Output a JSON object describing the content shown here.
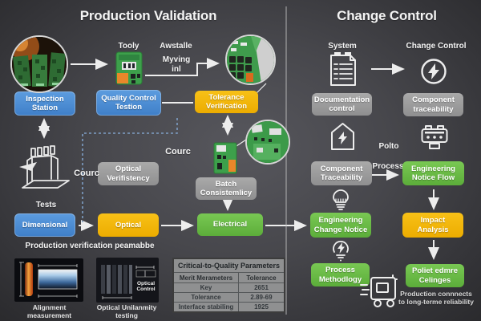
{
  "colors": {
    "box_blue": "#4a8ed6",
    "box_yellow": "#f2b705",
    "box_green": "#68bd45",
    "box_gray": "#9c9c9c",
    "background": "#47474c",
    "arrow": "#ededed",
    "dashed_line": "#7e9ec4"
  },
  "icons": {
    "document_icon": "document-checklist",
    "bolt_circle_icon": "lightning-bolt-circle",
    "house_bolt_icon": "house-with-bolt",
    "printer_icon": "printer-device",
    "bulb_icon": "lightbulb",
    "bulb_bolt_icon": "lightbulb-bolt",
    "truck_icon": "delivery-truck",
    "machine_icon": "inspection-machine"
  },
  "left": {
    "title": "Production Validation",
    "nodes": {
      "inspection": "Inspection\nStation",
      "quality_control": "Quality Control\nTestion",
      "tolerance": "Tolerance\nVerification",
      "optical_verif": "Optical\nVerifistency",
      "batch": "Batch\nConsistemlicy",
      "dimensional": "Dimensional",
      "optical": "Optical",
      "electrical": "Electrical"
    },
    "labels": {
      "tooly": "Tooly",
      "awstalle": "Awstalle",
      "myving": "Myving\ninl",
      "tests": "Tests",
      "courc_right": "Courc",
      "courc_left": "Courc"
    },
    "bottom": {
      "heading": "Production verification peamabbe",
      "caption_alignment": "Alignment measurement",
      "caption_optical": "Optical Unilanmity testing",
      "optical_control": "Optical\nControl"
    },
    "table": {
      "title": "Critical-to-Quality Parameters",
      "headers": [
        "Merit Merameters",
        "Tolerance"
      ],
      "rows": [
        [
          "Key",
          "2651"
        ],
        [
          "Tolerance",
          "2.89-69"
        ],
        [
          "Interface stabiling",
          "1925"
        ]
      ]
    }
  },
  "right": {
    "title": "Change Control",
    "labels": {
      "system": "System",
      "change_control": "Change Control",
      "polto": "Polto",
      "process": "Process"
    },
    "nodes": {
      "documentation": "Documentation\ncontrol",
      "component_trace_top": "Component\ntraceability",
      "component_trace": "Component\nTraceability",
      "notice_flow": "Engineering\nNotice Flow",
      "change_notice": "Engineering\nChange Notice",
      "impact": "Impact\nAnalysis",
      "methodology": "Process\nMethodlogy",
      "poliet": "Poliet edmre\nCelinges"
    },
    "footer": "Production connnects\nto long-terme reliability"
  }
}
